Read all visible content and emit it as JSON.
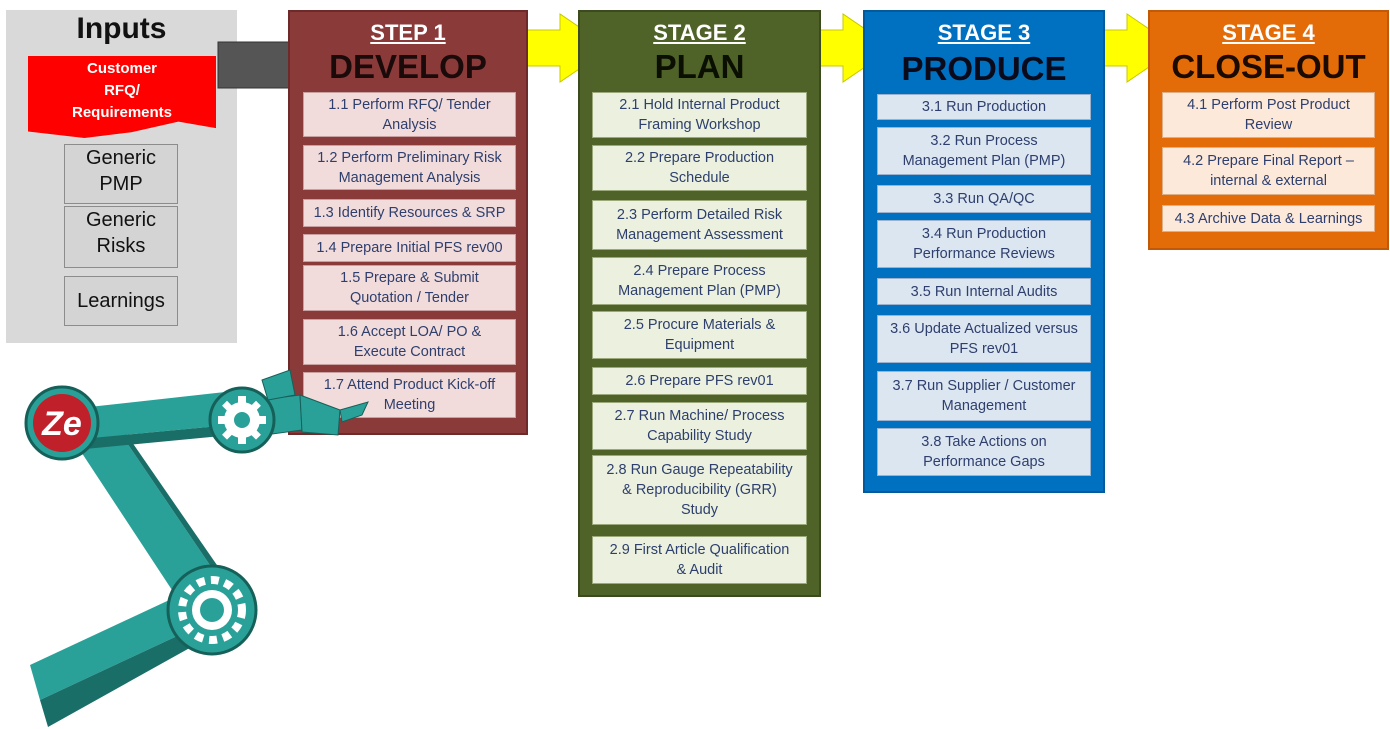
{
  "inputs": {
    "title": "Inputs",
    "rfq_lines": [
      "Customer",
      "RFQ/",
      "Requirements"
    ],
    "docs": [
      {
        "lines": [
          "Generic",
          "PMP"
        ]
      },
      {
        "lines": [
          "Generic",
          "Risks"
        ]
      },
      {
        "lines": [
          "Learnings"
        ]
      }
    ]
  },
  "stages": [
    {
      "sub": "STEP 1",
      "main": "DEVELOP",
      "color": "#8b3a3a",
      "steps": [
        [
          "1.1 Perform RFQ/ Tender",
          "Analysis"
        ],
        [
          "1.2 Perform Preliminary Risk",
          "Management  Analysis"
        ],
        [
          "1.3 Identify  Resources & SRP"
        ],
        [
          "1.4 Prepare Initial PFS rev00"
        ],
        [
          "1.5 Prepare & Submit",
          "Quotation / Tender"
        ],
        [
          "1.6 Accept LOA/ PO &",
          "Execute Contract"
        ],
        [
          "1.7 Attend Product Kick-off",
          "Meeting"
        ]
      ]
    },
    {
      "sub": "STAGE 2",
      "main": "PLAN",
      "color": "#4f6228",
      "steps": [
        [
          "2.1 Hold Internal Product",
          "Framing Workshop"
        ],
        [
          "2.2 Prepare Production",
          "Schedule"
        ],
        [
          "2.3 Perform Detailed Risk",
          "Management  Assessment"
        ],
        [
          "2.4 Prepare Process",
          "Management Plan (PMP)"
        ],
        [
          "2.5 Procure Materials &",
          "Equipment"
        ],
        [
          "2.6 Prepare PFS rev01"
        ],
        [
          "2.7 Run Machine/ Process",
          "Capability Study"
        ],
        [
          "2.8 Run Gauge Repeatability",
          "& Reproducibility (GRR)",
          "Study"
        ],
        [
          "2.9 First Article Qualification",
          "& Audit"
        ]
      ]
    },
    {
      "sub": "STAGE 3",
      "main": "PRODUCE",
      "color": "#0070c0",
      "steps": [
        [
          "3.1 Run Production"
        ],
        [
          "3.2 Run Process",
          "Management Plan (PMP)"
        ],
        [
          "3.3 Run QA/QC"
        ],
        [
          "3.4 Run Production",
          "Performance Reviews"
        ],
        [
          "3.5 Run Internal Audits"
        ],
        [
          "3.6 Update Actualized versus",
          "PFS rev01"
        ],
        [
          "3.7 Run Supplier / Customer",
          "Management"
        ],
        [
          "3.8 Take Actions on",
          "Performance Gaps"
        ]
      ]
    },
    {
      "sub": "STAGE 4",
      "main": "CLOSE-OUT",
      "color": "#e36c09",
      "steps": [
        [
          "4.1 Perform Post Product",
          "Review"
        ],
        [
          "4.2 Prepare Final Report –",
          "internal & external"
        ],
        [
          "4.3 Archive Data & Learnings"
        ]
      ]
    }
  ],
  "logo": {
    "text": "Ze"
  }
}
